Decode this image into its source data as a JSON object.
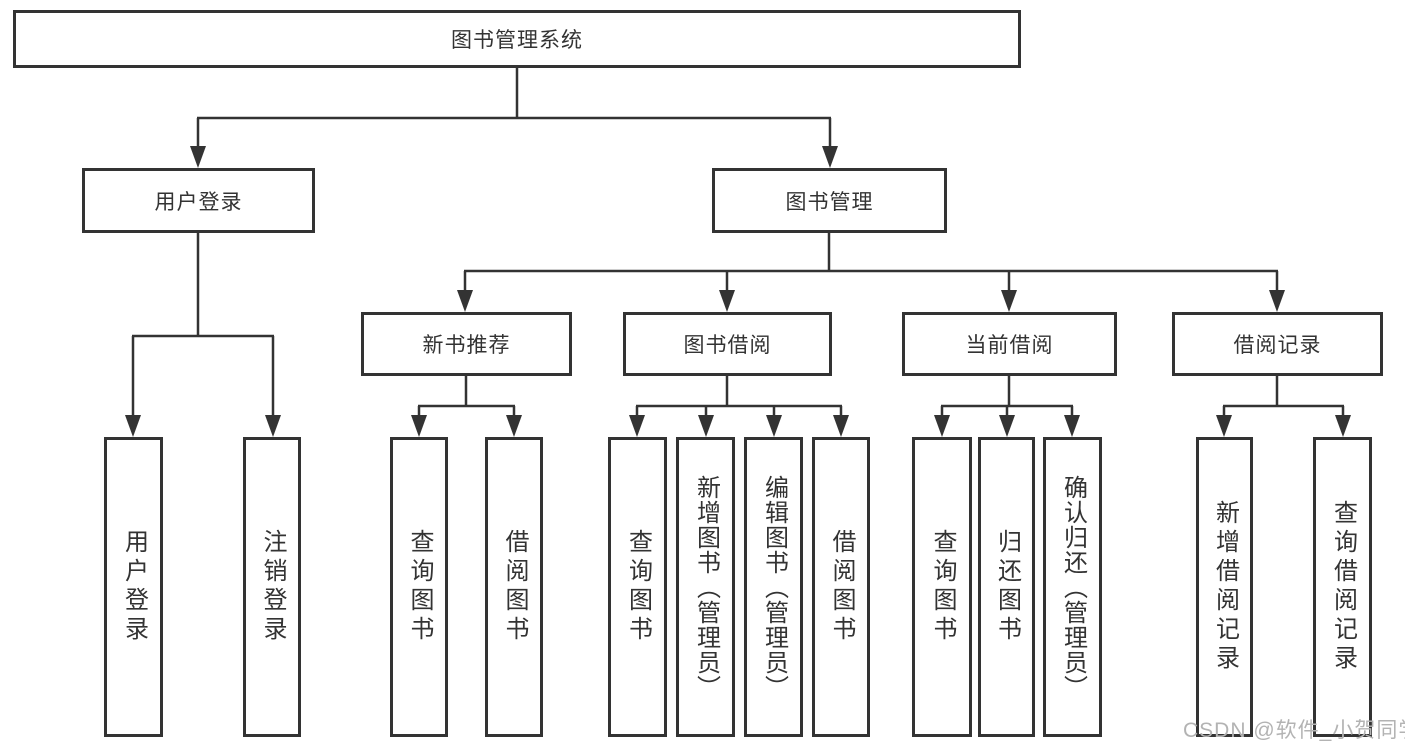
{
  "diagram": {
    "title": "图书管理系统",
    "colors": {
      "line": "#333333",
      "box_border": "#333333",
      "text": "#333333",
      "watermark": "#b3b3b3",
      "background": "#ffffff"
    },
    "nodes": {
      "root": "图书管理系统",
      "user_login": "用户登录",
      "book_mgmt": "图书管理",
      "new_book_rec": "新书推荐",
      "book_borrow": "图书借阅",
      "current_borrow": "当前借阅",
      "borrow_records": "借阅记录",
      "leaf_user_login": "用户登录",
      "leaf_logout": "注销登录",
      "rec_query_books": "查询图书",
      "rec_borrow_books": "借阅图书",
      "bb_query_books": "查询图书",
      "bb_add_books": "新增图书（管理员）",
      "bb_edit_books": "编辑图书（管理员）",
      "bb_borrow_books": "借阅图书",
      "cb_query_books": "查询图书",
      "cb_return_books": "归还图书",
      "cb_confirm_return": "确认归还（管理员）",
      "br_add_record": "新增借阅记录",
      "br_query_record": "查询借阅记录"
    },
    "watermark": "CSDN @软件_小贺同学"
  }
}
